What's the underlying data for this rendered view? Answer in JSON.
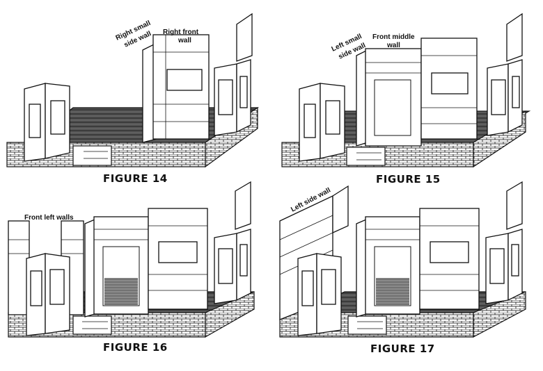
{
  "figures": [
    {
      "caption": "FIGURE 14",
      "labels": [
        "Right small",
        "side wall",
        "Right front",
        "wall"
      ]
    },
    {
      "caption": "FIGURE 15",
      "labels": [
        "Left small",
        "side wall",
        "Front middle",
        "wall"
      ]
    },
    {
      "caption": "FIGURE 16",
      "labels": [
        "Front left walls"
      ]
    },
    {
      "caption": "FIGURE 17",
      "labels": [
        "Left side wall"
      ]
    }
  ]
}
